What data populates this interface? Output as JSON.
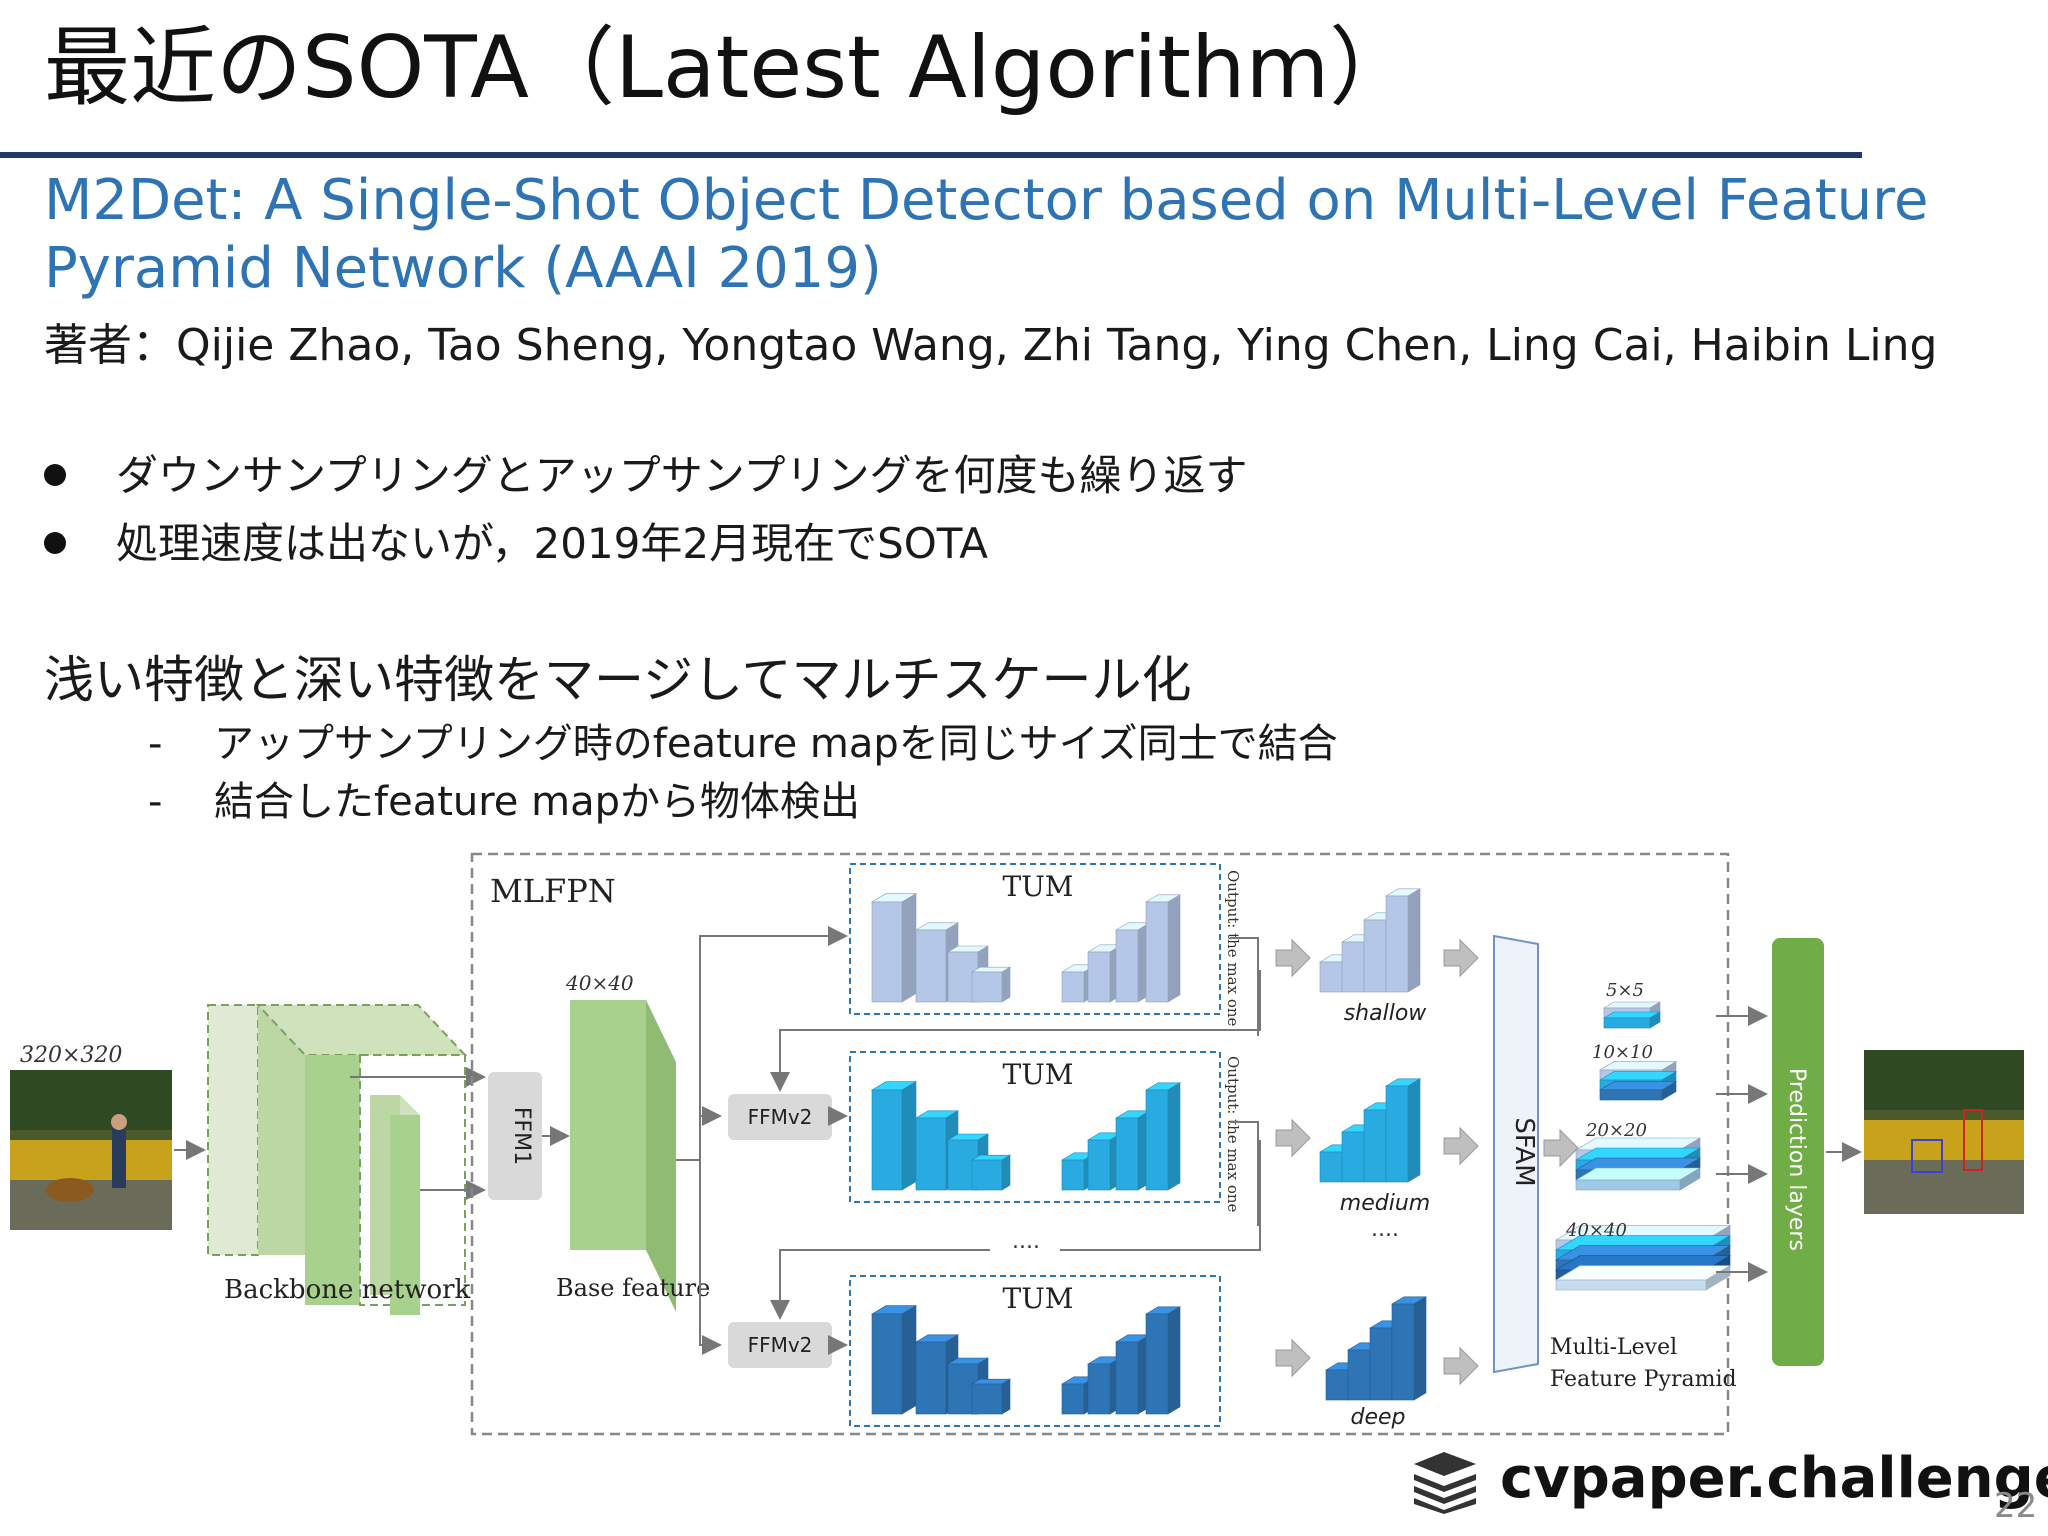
{
  "slide": {
    "title": "最近のSOTA（Latest Algorithm）",
    "paper_title_line1": "M2Det: A Single-Shot Object Detector based on Multi-Level Feature",
    "paper_title_line2": "Pyramid Network (AAAI 2019)",
    "authors": "著者：Qijie Zhao, Tao Sheng, Yongtao Wang, Zhi Tang, Ying Chen, Ling Cai, Haibin Ling",
    "bullets": [
      "ダウンサンプリングとアップサンプリングを何度も繰り返す",
      "処理速度は出ないが，2019年2月現在でSOTA"
    ],
    "section_heading": "浅い特徴と深い特徴をマージしてマルチスケール化",
    "sub_items": [
      "アップサンプリング時のfeature mapを同じサイズ同士で結合",
      "結合したfeature mapから物体検出"
    ],
    "page_number": "22"
  },
  "diagram": {
    "input_size": "320×320",
    "backbone_label": "Backbone network",
    "mlfpn_label": "MLFPN",
    "ffm1_label": "FFM1",
    "base_size": "40×40",
    "base_label": "Base feature",
    "ffmv2_label": "FFMv2",
    "tum_label": "TUM",
    "output_note": "Output: the max one",
    "ellipsis": "....",
    "levels": [
      "shallow",
      "medium",
      "deep"
    ],
    "sfam_label": "SFAM",
    "pyramid_sizes": [
      "5×5",
      "10×10",
      "20×20",
      "40×40"
    ],
    "pyramid_label_line1": "Multi-Level",
    "pyramid_label_line2": "Feature Pyramid",
    "prediction_label": "Prediction layers",
    "colors": {
      "backbone": "#a9d18e",
      "tum_light": "#b4c7e7",
      "tum_medium": "#29abe2",
      "tum_deep": "#2e75b6",
      "prediction": "#70ad47",
      "title_rule": "#1f3864",
      "paper_title": "#2e74b5"
    }
  },
  "logo": {
    "text": "cvpaper.challenge",
    "icon": "stacked-layers-icon"
  }
}
